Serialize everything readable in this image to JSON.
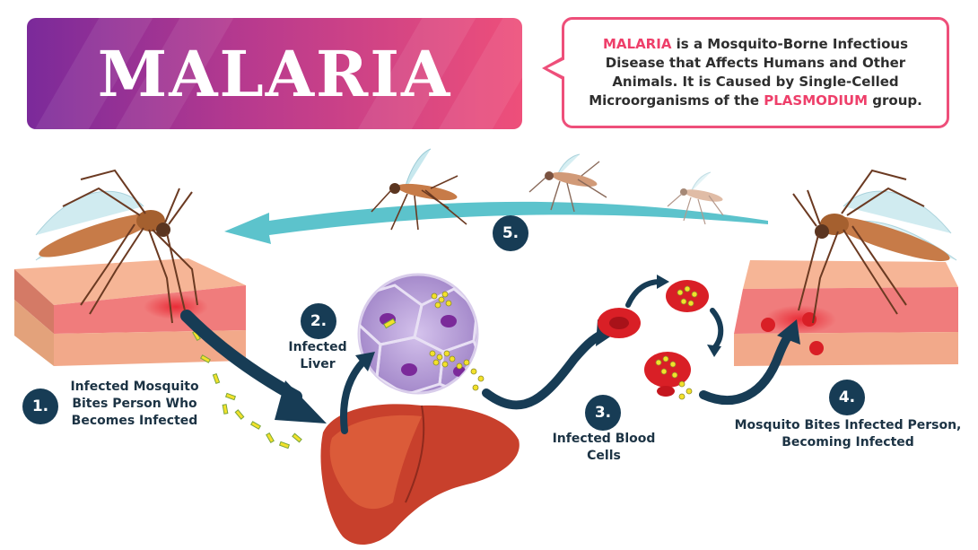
{
  "title": "MALARIA",
  "info": {
    "term1": "MALARIA",
    "text1": " is a Mosquito-Borne Infectious Disease that Affects Humans and Other Animals. It is Caused by Single-Celled Microorganisms of the ",
    "term2": "PLASMODIUM",
    "text2": " group."
  },
  "steps": [
    {
      "number": "1.",
      "label": "Infected Mosquito Bites Person Who Becomes Infected"
    },
    {
      "number": "2.",
      "label": "Infected Liver"
    },
    {
      "number": "3.",
      "label": "Infected Blood Cells"
    },
    {
      "number": "4.",
      "label": "Mosquito Bites Infected Person, Becoming Infected"
    },
    {
      "number": "5.",
      "label": ""
    }
  ],
  "colors": {
    "banner_start": "#7b2a9a",
    "banner_end": "#ee4f7a",
    "highlight": "#ee3f6a",
    "badge": "#173c55",
    "arrow_dark": "#173c55",
    "arrow_cycle": "#5cc3cc",
    "skin": "#f2a98a",
    "liver": "#c8402c",
    "blood_cell": "#d91f26",
    "parasite": "#f3e12a"
  },
  "icons": [
    "mosquito-icon",
    "skin-tissue-icon",
    "liver-icon",
    "liver-cells-icon",
    "red-blood-cell-icon",
    "parasite-icon"
  ]
}
